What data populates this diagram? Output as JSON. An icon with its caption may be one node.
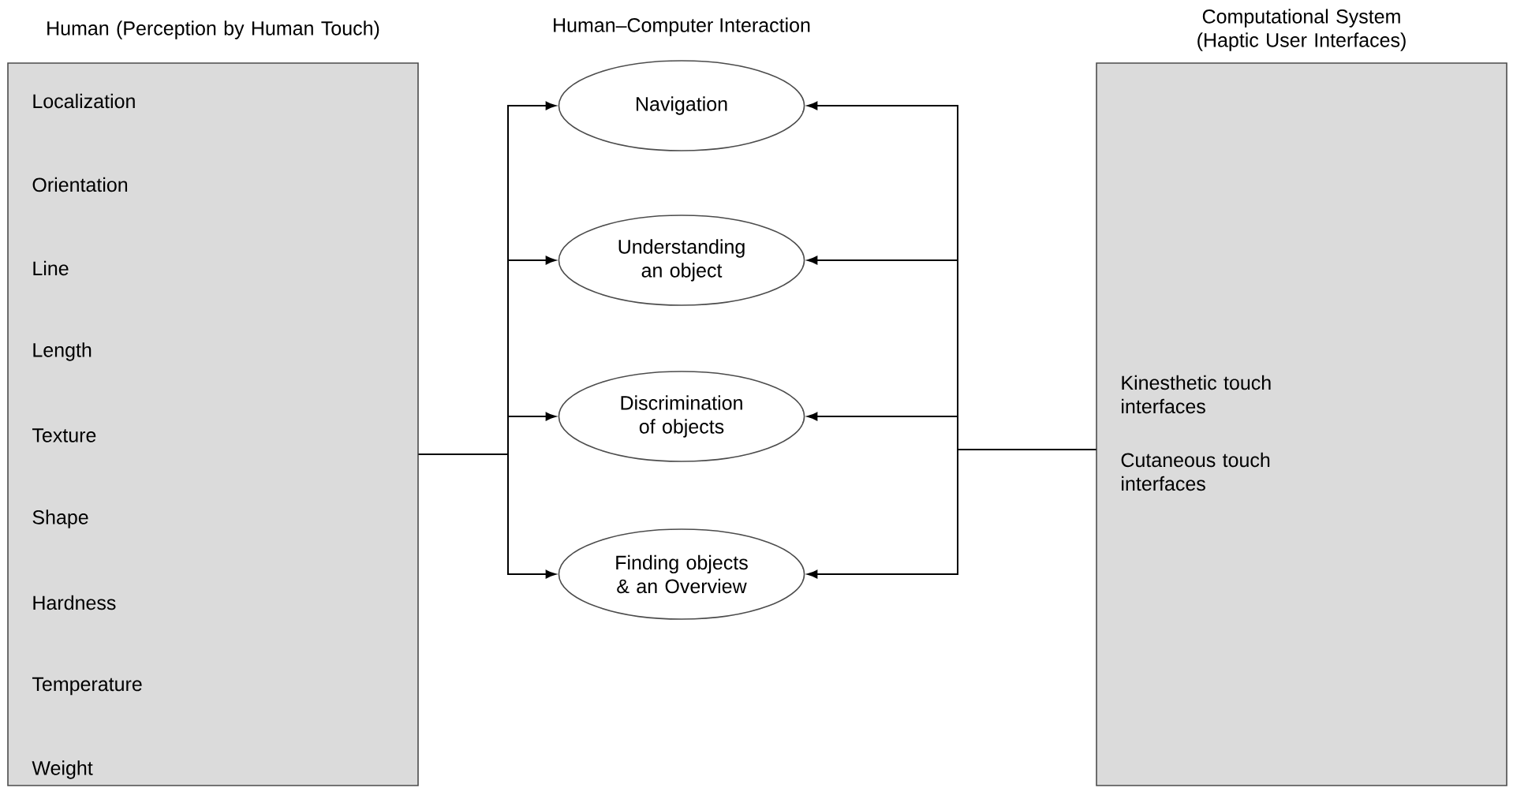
{
  "diagram": {
    "nodes": [
      {
        "text": [
          "Human (Perception by Human Touch)",
          "Localization",
          "Orientation",
          "Line",
          "Length",
          "Texture",
          "Shape",
          "Hardness",
          "Temperature",
          "Weight"
        ]
      },
      {
        "text": [
          "Navigation"
        ]
      },
      {
        "text": [
          "Understanding an object"
        ]
      },
      {
        "text": [
          "Discrimination of objects"
        ]
      },
      {
        "text": [
          "Finding objects & an Overview"
        ]
      },
      {
        "text": [
          "Computational System (Haptic User Interfaces)",
          "Kinesthetic touch interfaces",
          "Cutaneous touch interfaces"
        ]
      }
    ],
    "edges": [
      {
        "from": 0,
        "to": 1,
        "arrow": "to"
      },
      {
        "from": 0,
        "to": 2,
        "arrow": "to"
      },
      {
        "from": 0,
        "to": 3,
        "arrow": "to"
      },
      {
        "from": 0,
        "to": 4,
        "arrow": "to"
      },
      {
        "from": 5,
        "to": 1,
        "arrow": "to"
      },
      {
        "from": 5,
        "to": 2,
        "arrow": "to"
      },
      {
        "from": 5,
        "to": 3,
        "arrow": "to"
      },
      {
        "from": 5,
        "to": 4,
        "arrow": "to"
      }
    ],
    "labels": [
      "Human–Computer Interaction"
    ]
  }
}
